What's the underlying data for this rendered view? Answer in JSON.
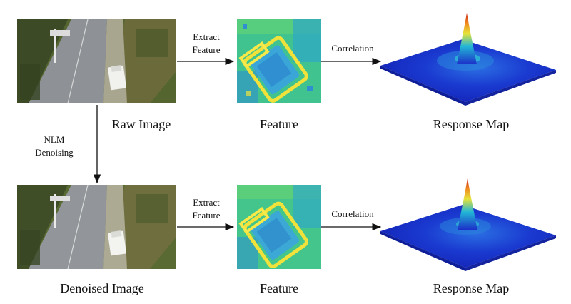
{
  "rows": [
    {
      "image_caption": "Raw Image",
      "extract_line1": "Extract",
      "extract_line2": "Feature",
      "feature_caption": "Feature",
      "correlation_label": "Correlation",
      "response_caption": "Response Map"
    },
    {
      "image_caption": "Denoised Image",
      "extract_line1": "Extract",
      "extract_line2": "Feature",
      "feature_caption": "Feature",
      "correlation_label": "Correlation",
      "response_caption": "Response Map"
    }
  ],
  "denoise": {
    "line1": "NLM",
    "line2": "Denoising"
  },
  "colors": {
    "arrow": "#111111",
    "road": "#8d9196",
    "grass": "#5a6b34",
    "trees": "#3d4a25",
    "feature_bg": "#3fc48e",
    "feature_mid": "#7fd35a",
    "feature_hot": "#f0e23a",
    "feature_cool": "#2f8fd0",
    "surface_base": "#1c2fc9",
    "surface_mid": "#22b7d6",
    "surface_peak": "#d8261b"
  }
}
